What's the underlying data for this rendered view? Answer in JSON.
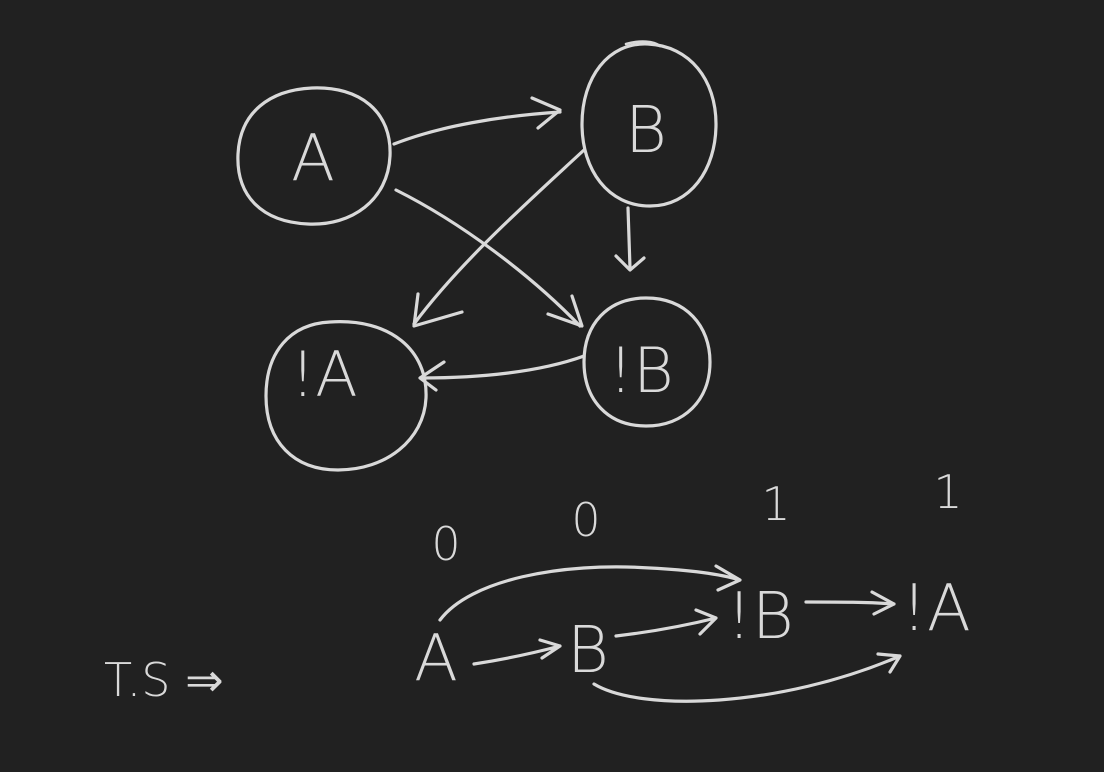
{
  "diagram": {
    "nodes": [
      {
        "id": "A",
        "label": "A"
      },
      {
        "id": "B",
        "label": "B"
      },
      {
        "id": "notA",
        "label": "!A"
      },
      {
        "id": "notB",
        "label": "!B"
      }
    ],
    "edges": [
      {
        "from": "A",
        "to": "B"
      },
      {
        "from": "A",
        "to": "notB"
      },
      {
        "from": "B",
        "to": "notA"
      },
      {
        "from": "B",
        "to": "notB"
      },
      {
        "from": "notB",
        "to": "notA"
      }
    ],
    "topo_sort": {
      "prefix": "T.S ⇒",
      "sequence": [
        "A",
        "B",
        "!B",
        "!A"
      ],
      "scores": [
        "0",
        "0",
        "1",
        "1"
      ]
    }
  },
  "colors": {
    "background": "#212121",
    "ink": "#d9d9d9"
  }
}
